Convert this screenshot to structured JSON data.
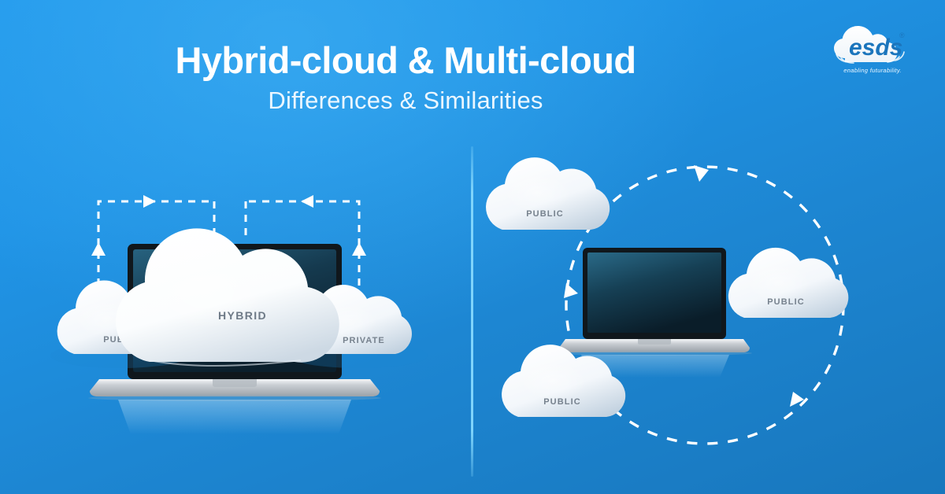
{
  "brand": {
    "logo_name": "esds-logo",
    "logo_text": "esds",
    "logo_trademark": "®",
    "logo_tagline": "enabling futurability."
  },
  "header": {
    "title": "Hybrid-cloud & Multi-cloud",
    "subtitle": "Differences & Similarities"
  },
  "colors": {
    "background_top": "#2199ec",
    "background_bottom": "#1877bd",
    "divider": "#7fd4fb",
    "cloud_white": "#ffffff",
    "cloud_shade": "#cfdce8",
    "label_grey": "#77828e",
    "screen_dark": "#0d2330",
    "screen_teal": "#1d4f68",
    "laptop_silver": "#d7dbdf",
    "dash_white": "#ffffff",
    "logo_blue": "#1b75bc"
  },
  "left_panel": {
    "name": "hybrid-cloud-diagram",
    "clouds": [
      {
        "id": "public",
        "label": "PUBLIC"
      },
      {
        "id": "hybrid",
        "label": "HYBRID"
      },
      {
        "id": "private",
        "label": "PRIVATE"
      }
    ],
    "device": "laptop",
    "connectors": [
      {
        "id": "left-bracket",
        "style": "dashed",
        "arrows": [
          "right",
          "up"
        ]
      },
      {
        "id": "right-bracket",
        "style": "dashed",
        "arrows": [
          "left",
          "up"
        ]
      }
    ]
  },
  "right_panel": {
    "name": "multi-cloud-diagram",
    "clouds": [
      {
        "id": "public-top-left",
        "label": "PUBLIC"
      },
      {
        "id": "public-right",
        "label": "PUBLIC"
      },
      {
        "id": "public-bottom-left",
        "label": "PUBLIC"
      }
    ],
    "device": "laptop",
    "connectors": [
      {
        "id": "circular-orbit",
        "style": "dashed",
        "direction": "clockwise",
        "arrows": 3
      }
    ]
  }
}
